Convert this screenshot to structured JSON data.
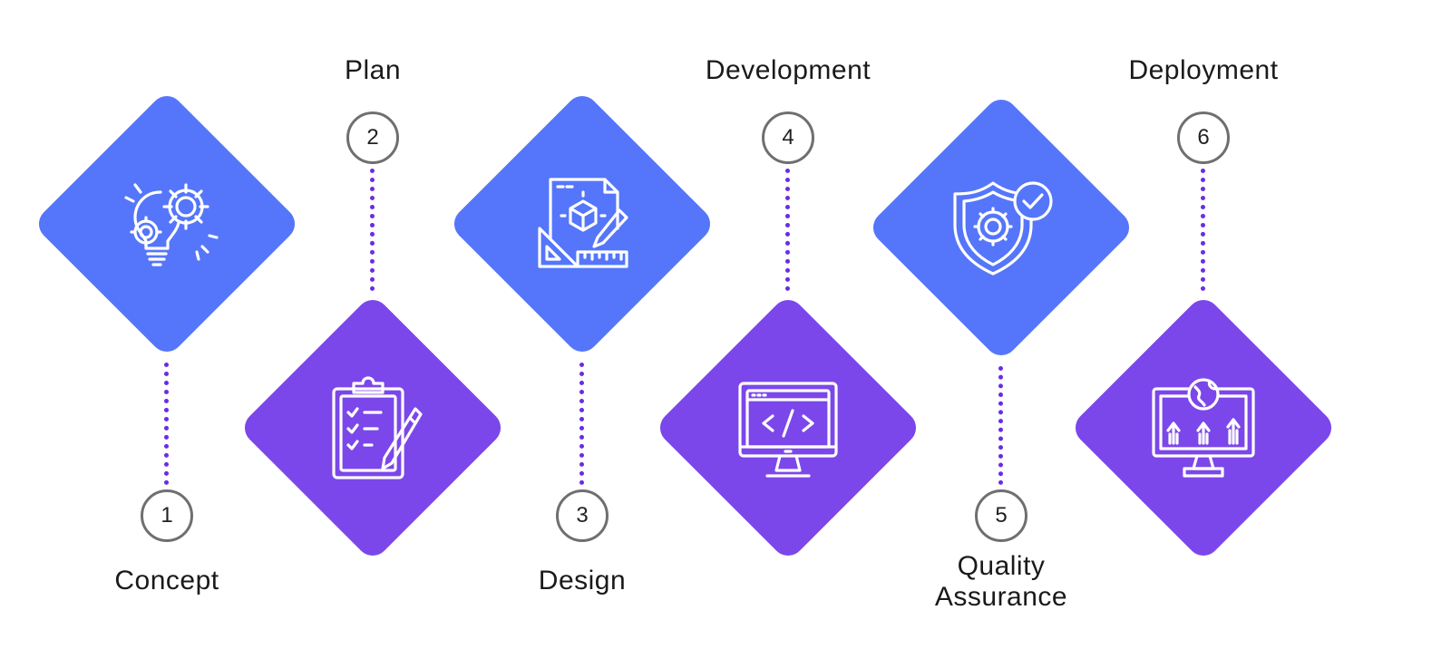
{
  "colors": {
    "blue": "#5576FA",
    "purple": "#7B47EA",
    "dots": "#6A2CE6",
    "circle_border": "#6f6f6f"
  },
  "steps": [
    {
      "number": "1",
      "label": "Concept",
      "icon": "idea-gears-icon"
    },
    {
      "number": "2",
      "label": "Plan",
      "icon": "clipboard-checklist-icon"
    },
    {
      "number": "3",
      "label": "Design",
      "icon": "design-blueprint-icon"
    },
    {
      "number": "4",
      "label": "Development",
      "icon": "code-monitor-icon"
    },
    {
      "number": "5",
      "label_line1": "Quality",
      "label_line2": "Assurance",
      "icon": "shield-gear-check-icon"
    },
    {
      "number": "6",
      "label": "Deployment",
      "icon": "monitor-globe-upload-icon"
    }
  ]
}
